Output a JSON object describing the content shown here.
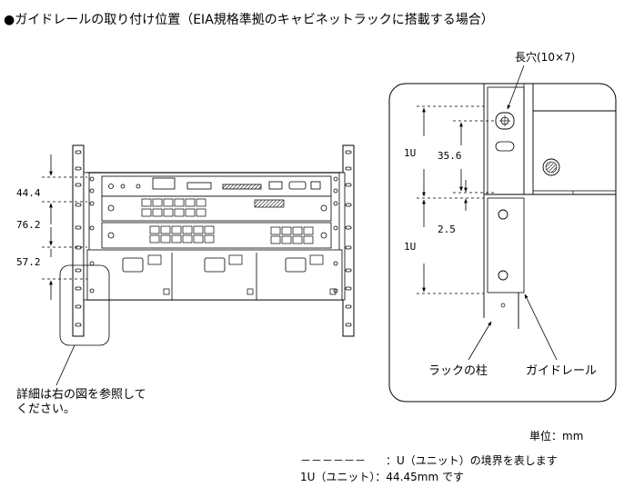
{
  "heading": "●ガイドレールの取り付け位置（EIA規格準拠のキャビネットラックに搭載する場合）",
  "left_figure": {
    "dim_1": "44.4",
    "dim_2": "76.2",
    "dim_3": "57.2",
    "note_line1": "詳細は右の図を参照して",
    "note_line2": "ください。"
  },
  "right_figure": {
    "hole_label": "長穴(10×7)",
    "unit_label_top": "1U",
    "dim_pitch": "35.6",
    "dim_gap": "2.5",
    "unit_label_bottom": "1U",
    "rack_post_label": "ラックの柱",
    "guide_rail_label": "ガイドレール"
  },
  "legend": {
    "unit_text": "単位：mm",
    "boundary_dashes": "－－－－－－",
    "boundary_text": "：U（ユニット）の境界を表します",
    "unit_size_text": "1U（ユニット）：44.45mm です"
  }
}
